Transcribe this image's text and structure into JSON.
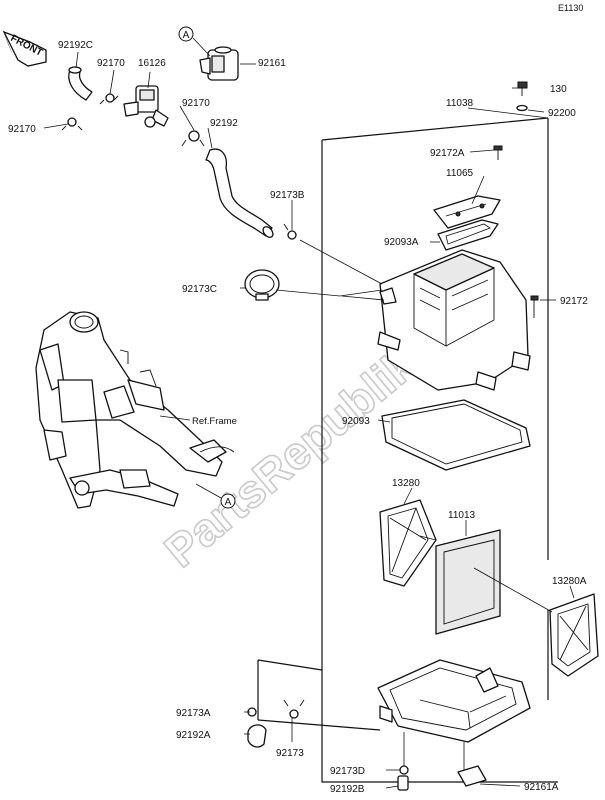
{
  "diagram": {
    "code": "E1130",
    "front_label": "FRONT",
    "frame_ref": "Ref.Frame",
    "watermark": "PartsRepublik",
    "callout_letter": "A",
    "parts": [
      {
        "id": "92192C",
        "label": "92192C"
      },
      {
        "id": "92170-a",
        "label": "92170"
      },
      {
        "id": "16126",
        "label": "16126"
      },
      {
        "id": "92161",
        "label": "92161"
      },
      {
        "id": "92170-b",
        "label": "92170"
      },
      {
        "id": "92170-c",
        "label": "92170"
      },
      {
        "id": "92192",
        "label": "92192"
      },
      {
        "id": "130",
        "label": "130"
      },
      {
        "id": "92200",
        "label": "92200"
      },
      {
        "id": "11038",
        "label": "11038"
      },
      {
        "id": "92172A",
        "label": "92172A"
      },
      {
        "id": "11065",
        "label": "11065"
      },
      {
        "id": "92173B",
        "label": "92173B"
      },
      {
        "id": "92093A",
        "label": "92093A"
      },
      {
        "id": "92173C",
        "label": "92173C"
      },
      {
        "id": "92172",
        "label": "92172"
      },
      {
        "id": "92093",
        "label": "92093"
      },
      {
        "id": "13280",
        "label": "13280"
      },
      {
        "id": "11013",
        "label": "11013"
      },
      {
        "id": "13280A",
        "label": "13280A"
      },
      {
        "id": "92173A",
        "label": "92173A"
      },
      {
        "id": "92192A",
        "label": "92192A"
      },
      {
        "id": "92173",
        "label": "92173"
      },
      {
        "id": "92173D",
        "label": "92173D"
      },
      {
        "id": "92192B",
        "label": "92192B"
      },
      {
        "id": "92161A",
        "label": "92161A"
      }
    ]
  }
}
